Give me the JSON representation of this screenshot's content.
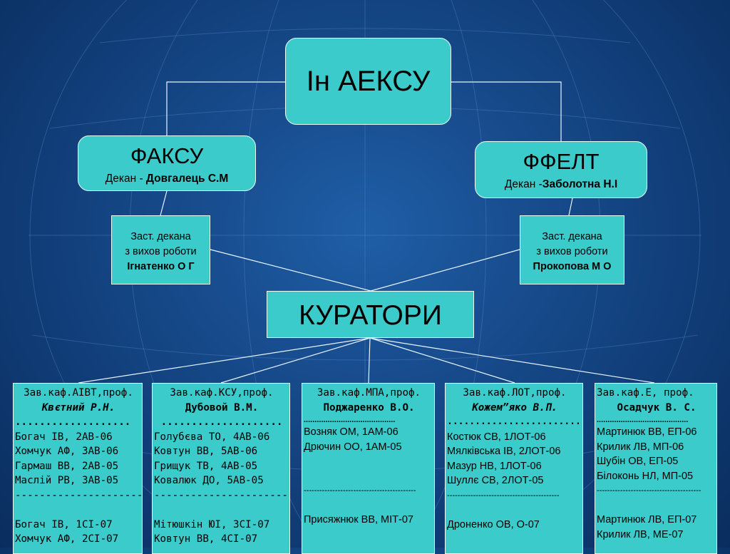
{
  "top": {
    "title": "Ін АЕКСУ"
  },
  "faksu": {
    "title": "ФАКСУ",
    "dean_prefix": "Декан - ",
    "dean_name": "Довгалець С.М"
  },
  "ffelt": {
    "title": "ФФЕЛТ",
    "dean_prefix": "Декан -",
    "dean_name": "Заболотна Н.І"
  },
  "deputy_left": {
    "line1": "Заст. декана",
    "line2": "з вихов роботи",
    "name": "Ігнатенко О Г"
  },
  "deputy_right": {
    "line1": "Заст. декана",
    "line2": "з вихов роботи",
    "name": "Прокопова М О"
  },
  "curators": {
    "title": "КУРАТОРИ"
  },
  "departments": [
    {
      "head": "Зав.каф.АІВТ,проф.",
      "prof": "Квєтний Р.Н.",
      "dots": "...................",
      "groups_a": [
        "Богач ІВ, 2АВ-06",
        "Хомчук АФ, 3АВ-06",
        "Гармаш ВВ, 2АВ-05",
        "Маслій РВ, 3АВ-05"
      ],
      "dashes": "---------------------",
      "groups_b": [
        "Богач ІВ, 1СІ-07",
        "Хомчук АФ, 2СІ-07"
      ]
    },
    {
      "head": "Зав.каф.КСУ,проф.",
      "prof": "Дубовой В.М.",
      "dots": "....................",
      "groups_a": [
        "Голубєва ТО, 4АВ-06",
        "Ковтун ВВ, 5АВ-06",
        "Грищук ТВ, 4АВ-05",
        "Ковалюк ДО, 5АВ-05"
      ],
      "dashes": "-----------------------",
      "groups_b": [
        "Мітюшкін ЮІ, 3СІ-07",
        "Ковтун ВВ, 4СІ-07"
      ]
    },
    {
      "head": "Зав.каф.МПА,проф.",
      "prof": "Поджаренко В.О.",
      "dots": "..........................................",
      "groups_a": [
        "Возняк ОМ, 1АМ-06",
        "Дрючин ОО, 1АМ-05"
      ],
      "dashes": "-------------------------------------------",
      "groups_b": [
        "Присяжнюк ВВ, МІТ-07"
      ]
    },
    {
      "head": "Зав.каф.ЛОТ,проф.",
      "prof": "Кожем”яко В.П.",
      "dots": "............................",
      "groups_a": [
        "Костюк СВ, 1ЛОТ-06",
        "Мялківська ІВ, 2ЛОТ-06",
        "Мазур НВ, 1ЛОТ-06",
        "Шуллє СВ, 2ЛОТ-05"
      ],
      "dashes": "-------------------------------------------",
      "groups_b": [
        "Дроненко ОВ, О-07"
      ]
    },
    {
      "head": "Зав.каф.Е, проф.",
      "prof": "Осадчук В. С.",
      "dots": "..........................................",
      "groups_a": [
        "Мартинюк ВВ, ЕП-06",
        "Крилик ЛВ, МП-06",
        "Шубін ОВ, ЕП-05",
        "Білоконь НЛ, МП-05"
      ],
      "dashes": "----------------------------------------",
      "groups_b": [
        "Мартинюк ЛВ, ЕП-07",
        "Крилик ЛВ, МЕ-07"
      ]
    }
  ],
  "colors": {
    "box": "#3bcbcb",
    "line": "#e8f4ff",
    "background": "#174b8c"
  }
}
